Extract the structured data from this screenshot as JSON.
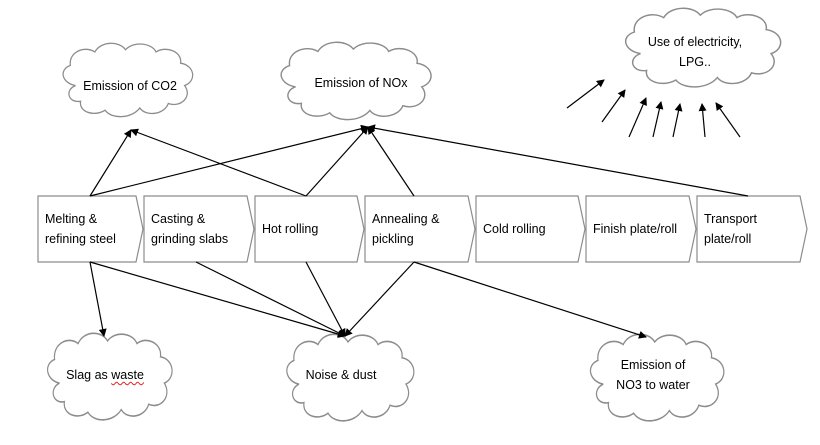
{
  "process_steps": [
    {
      "id": "melting",
      "line1": "Melting &",
      "line2": "refining steel"
    },
    {
      "id": "casting",
      "line1": "Casting &",
      "line2": "grinding slabs"
    },
    {
      "id": "hot",
      "line1": "Hot rolling",
      "line2": ""
    },
    {
      "id": "annealing",
      "line1": "Annealing &",
      "line2": "pickling"
    },
    {
      "id": "cold",
      "line1": "Cold rolling",
      "line2": ""
    },
    {
      "id": "finish",
      "line1": "Finish plate/roll",
      "line2": ""
    },
    {
      "id": "transport",
      "line1": "Transport",
      "line2": "plate/roll"
    }
  ],
  "clouds": {
    "co2": {
      "line1": "Emission of CO2"
    },
    "nox": {
      "line1": "Emission of NOx"
    },
    "electricity": {
      "line1": "Use of electricity,",
      "line2": "LPG.."
    },
    "slag": {
      "word1": "Slag as ",
      "word2": "waste"
    },
    "noise": {
      "line1": "Noise & dust"
    },
    "no3": {
      "line1": "Emission of",
      "line2": "NO3 to water"
    }
  },
  "connections": [
    {
      "from": "melting",
      "to": "co2"
    },
    {
      "from": "melting",
      "to": "nox"
    },
    {
      "from": "hot",
      "to": "co2"
    },
    {
      "from": "hot",
      "to": "nox"
    },
    {
      "from": "annealing",
      "to": "nox"
    },
    {
      "from": "transport",
      "to": "nox"
    },
    {
      "from": "melting",
      "to": "slag"
    },
    {
      "from": "melting",
      "to": "noise"
    },
    {
      "from": "casting",
      "to": "noise"
    },
    {
      "from": "hot",
      "to": "noise"
    },
    {
      "from": "annealing",
      "to": "noise"
    },
    {
      "from": "annealing",
      "to": "no3"
    },
    {
      "from": "unlabeled",
      "to": "electricity",
      "count": 7
    }
  ]
}
